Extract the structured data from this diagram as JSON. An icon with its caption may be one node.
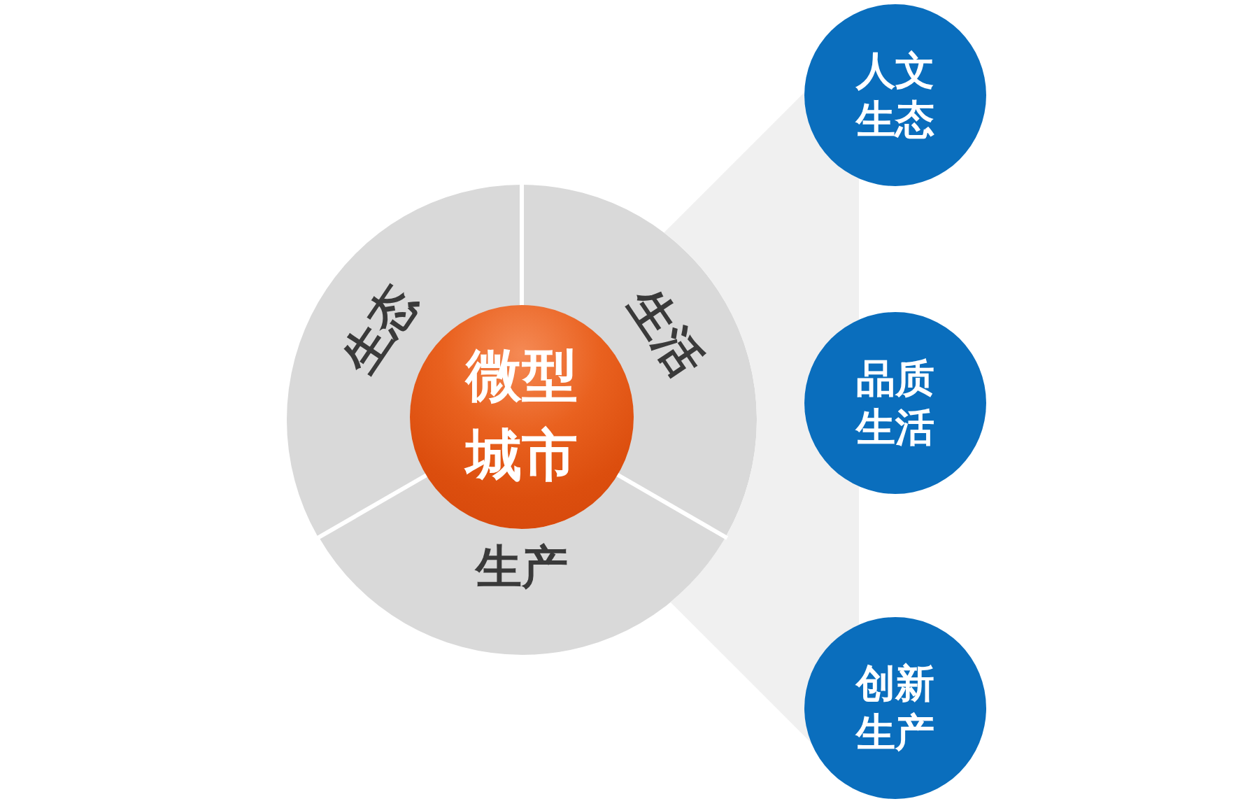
{
  "diagram": {
    "nodes": [
      {
        "text": [
          "生态"
        ]
      },
      {
        "text": [
          "生活"
        ]
      },
      {
        "text": [
          "生产"
        ]
      },
      {
        "text": [
          "微型城市"
        ]
      },
      {
        "text": [],
        "shape": "band"
      },
      {
        "text": [
          "人文生态"
        ]
      },
      {
        "text": [
          "品质生活"
        ]
      },
      {
        "text": [
          "创新生产"
        ]
      }
    ]
  }
}
